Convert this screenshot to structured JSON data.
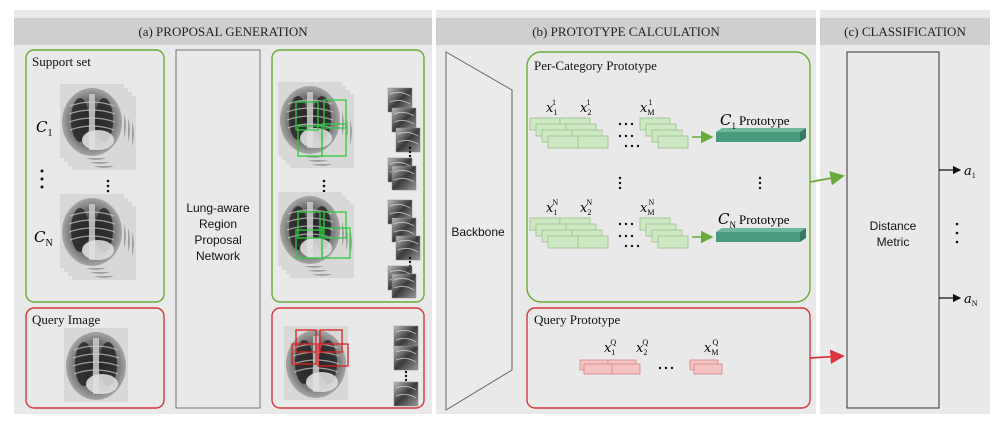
{
  "panels": {
    "a": {
      "title": "(a) PROPOSAL GENERATION"
    },
    "b": {
      "title": "(b) PROTOTYPE CALCULATION"
    },
    "c": {
      "title": "(c) CLASSIFICATION"
    }
  },
  "support_set": {
    "label": "Support set",
    "class_first": "C",
    "class_first_sub": "1",
    "class_last": "C",
    "class_last_sub": "N"
  },
  "query_image": {
    "label": "Query Image"
  },
  "rpn": {
    "lines": [
      "Lung-aware",
      "Region",
      "Proposal",
      "Network"
    ]
  },
  "backbone": {
    "label": "Backbone"
  },
  "per_category": {
    "label": "Per-Category Prototype",
    "row1": {
      "x_first": "x",
      "sub_first": "1",
      "sup": "1",
      "x_second": "x",
      "sub_second": "2",
      "x_last": "x",
      "sub_last": "M",
      "proto_symbol": "C",
      "proto_sub": "1",
      "proto_word": "Prototype"
    },
    "rowN": {
      "x_first": "x",
      "sub_first": "1",
      "sup": "N",
      "x_second": "x",
      "sub_second": "2",
      "x_last": "x",
      "sub_last": "M",
      "proto_symbol": "C",
      "proto_sub": "N",
      "proto_word": "Prototype"
    }
  },
  "query_prototype": {
    "label": "Query Prototype",
    "x_first": "x",
    "sub_first": "1",
    "sup": "Q",
    "x_second": "x",
    "sub_second": "2",
    "x_last": "x",
    "sub_last": "M"
  },
  "distance_metric": {
    "lines": [
      "Distance",
      "Metric"
    ]
  },
  "outputs": {
    "first": "a",
    "first_sub": "1",
    "last": "a",
    "last_sub": "N"
  },
  "colors": {
    "panel_bg": "#e9e9e9",
    "header_bg": "#cfcfcf",
    "green_border": "#6aaa3a",
    "red_border": "#d9363e",
    "feature_green": "#cfe8c4",
    "prototype_teal": "#4a9a7e",
    "query_pink": "#f5c2c2",
    "proposal_box_green": "#2ecc40",
    "proposal_box_red": "#e02020"
  }
}
